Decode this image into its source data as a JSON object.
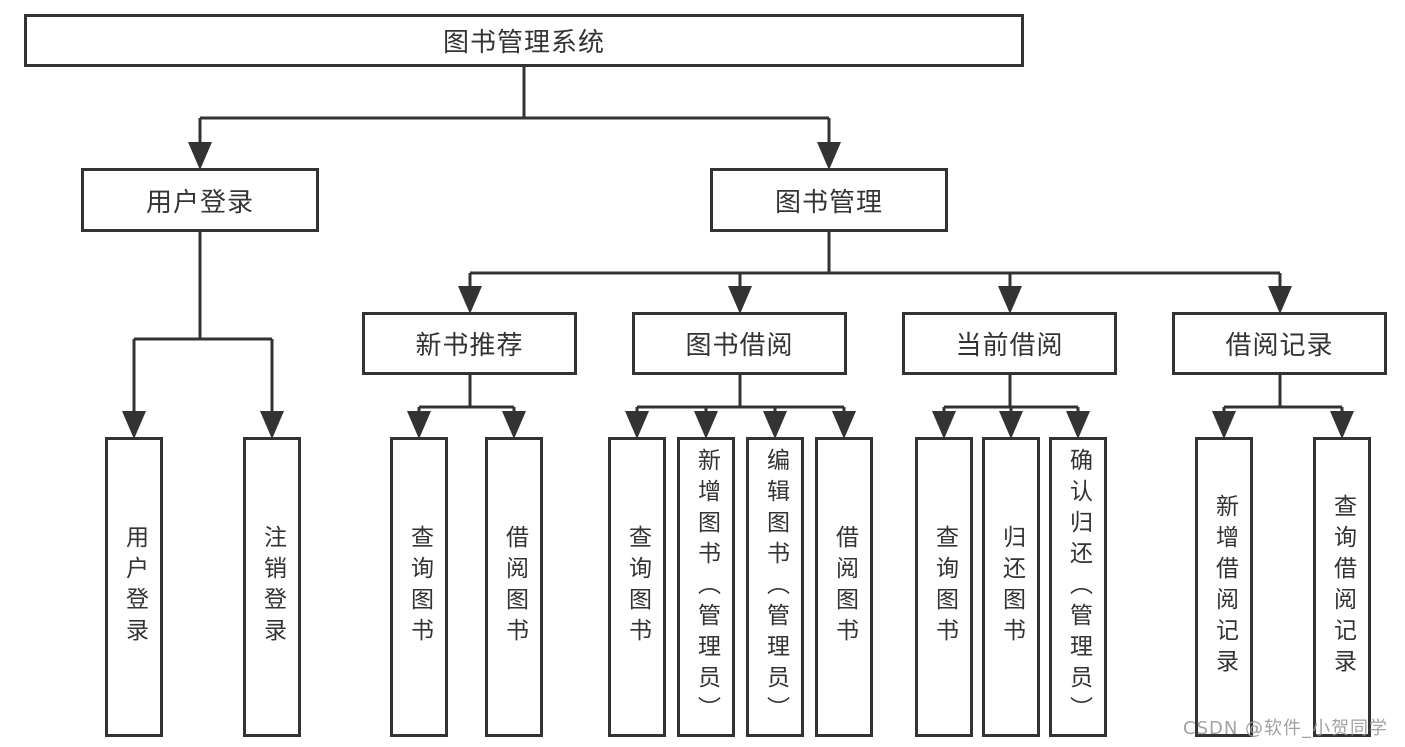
{
  "title": "图书管理系统",
  "watermark": "CSDN @软件_小贺同学",
  "nodes": {
    "root": "图书管理系统",
    "user_login": "用户登录",
    "book_mgmt": "图书管理",
    "new_books": "新书推荐",
    "book_borrow": "图书借阅",
    "current_borrow": "当前借阅",
    "borrow_records": "借阅记录",
    "leaf_user_login": "用户登录",
    "leaf_logout": "注销登录",
    "leaf_nb_query": "查询图书",
    "leaf_nb_borrow": "借阅图书",
    "leaf_bb_query": "查询图书",
    "leaf_bb_add": "新增图书（管理员）",
    "leaf_bb_edit": "编辑图书（管理员）",
    "leaf_bb_borrow": "借阅图书",
    "leaf_cb_query": "查询图书",
    "leaf_cb_return": "归还图书",
    "leaf_cb_confirm": "确认归还（管理员）",
    "leaf_br_add": "新增借阅记录",
    "leaf_br_query": "查询借阅记录"
  },
  "colors": {
    "line": "#333333",
    "box_border": "#333333",
    "text": "#333333",
    "watermark": "#989898"
  }
}
